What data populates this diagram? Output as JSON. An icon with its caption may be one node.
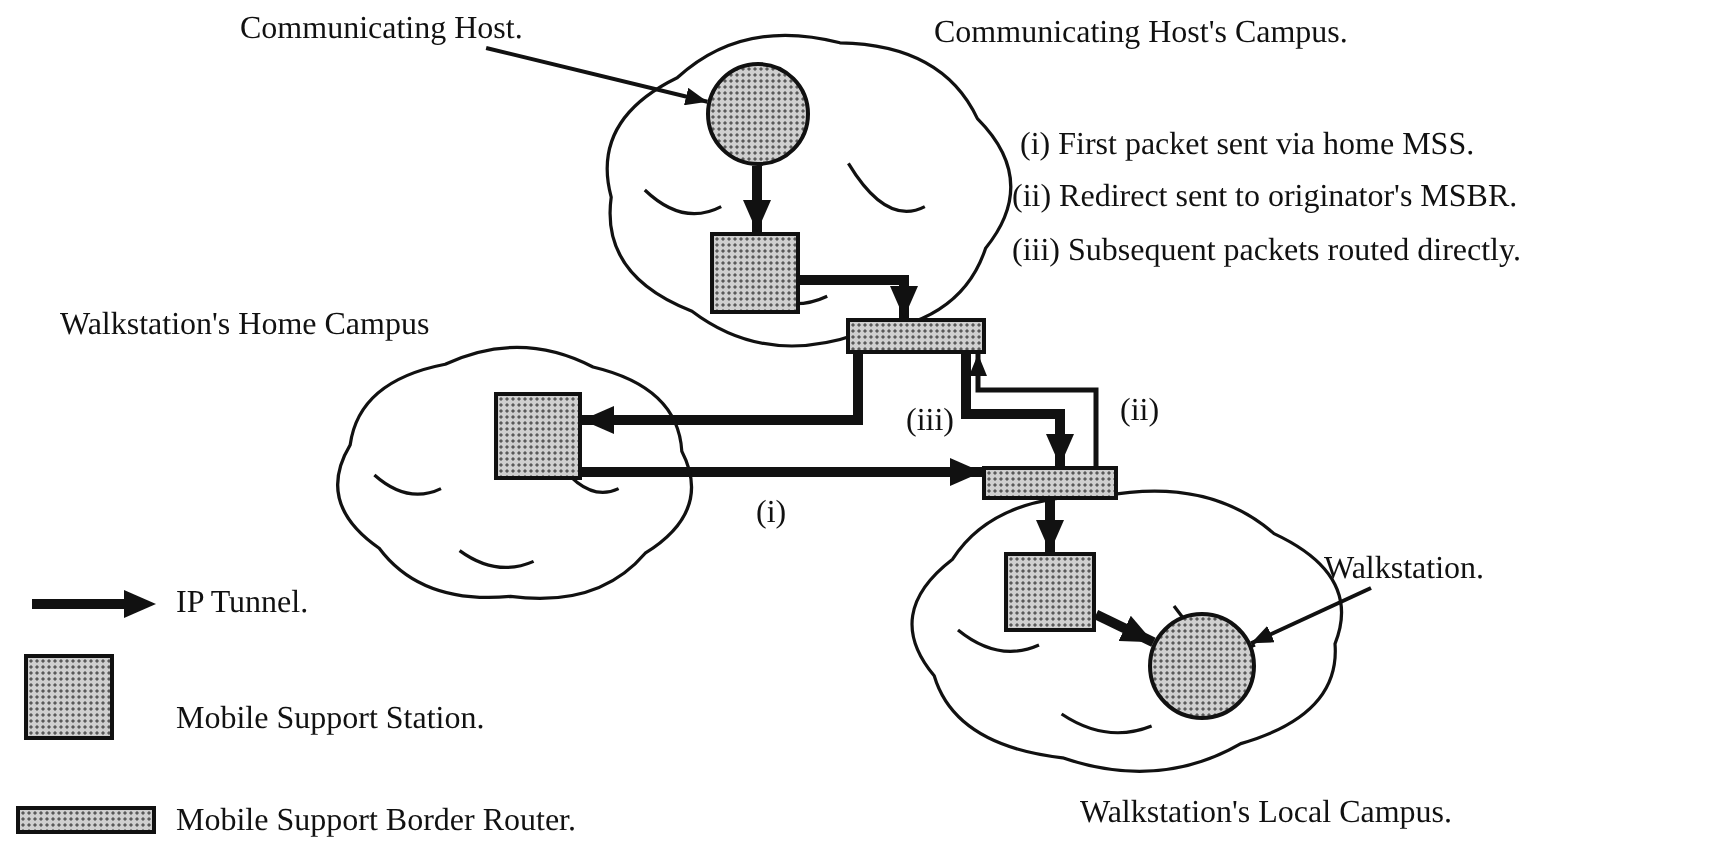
{
  "diagram": {
    "nodes": [
      {
        "text": [
          "Communicating Host's Campus."
        ]
      },
      {
        "text": [
          "Communicating Host."
        ]
      },
      {
        "text": [],
        "shape": "circle",
        "in": 0
      },
      {
        "text": [],
        "shape": "box",
        "in": 0
      },
      {
        "text": [],
        "shape": "bar"
      },
      {
        "text": [
          "Walkstation's Home Campus"
        ]
      },
      {
        "text": [],
        "shape": "box",
        "in": 5
      },
      {
        "text": [
          "Walkstation's Local Campus."
        ]
      },
      {
        "text": [],
        "shape": "bar"
      },
      {
        "text": [],
        "shape": "box",
        "in": 7
      },
      {
        "text": [],
        "shape": "circle",
        "in": 7
      },
      {
        "text": [
          "Walkstation."
        ]
      }
    ],
    "edges": [
      {
        "from": 1,
        "to": 2,
        "arrow": "to"
      },
      {
        "from": 2,
        "to": 3,
        "arrow": "to"
      },
      {
        "from": 3,
        "to": 4,
        "arrow": "to"
      },
      {
        "from": 4,
        "to": 6,
        "arrow": "to"
      },
      {
        "from": 6,
        "to": 8,
        "arrow": "to",
        "label": "(i)"
      },
      {
        "from": 4,
        "to": 8,
        "arrow": "to",
        "label": "(iii)"
      },
      {
        "from": 8,
        "to": 4,
        "arrow": "to",
        "label": "(ii)"
      },
      {
        "from": 8,
        "to": 9,
        "arrow": "to"
      },
      {
        "from": 9,
        "to": 10,
        "arrow": "to"
      },
      {
        "from": 11,
        "to": 10,
        "arrow": "to"
      }
    ],
    "labels": [
      "(i) First packet sent via home MSS.",
      "(ii) Redirect sent to originator's MSBR.",
      "(iii) Subsequent packets routed directly."
    ],
    "legend": [
      {
        "text": "IP Tunnel."
      },
      {
        "text": "Mobile Support Station."
      },
      {
        "text": "Mobile Support Border Router."
      }
    ]
  }
}
